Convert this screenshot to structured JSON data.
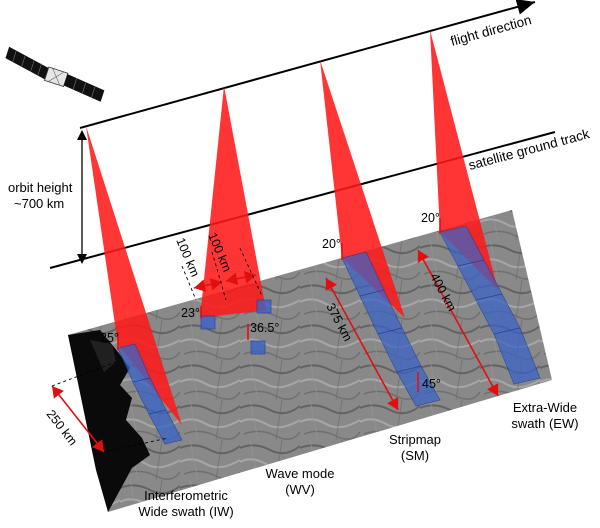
{
  "labels": {
    "flight_direction": "flight direction",
    "ground_track": "satellite ground track",
    "orbit_height_line1": "orbit height",
    "orbit_height_line2": "~700 km",
    "iw_width": "250 km",
    "wv_spacing_1": "100 km",
    "wv_spacing_2": "100 km",
    "sm_width": "375 km",
    "ew_width": "400 km",
    "angle_iw": "25°",
    "angle_wv_1": "23°",
    "angle_wv_2": "36.5°",
    "angle_sm": "20°",
    "angle_sm_far": "45°",
    "angle_ew": "20°"
  },
  "modes": {
    "iw": {
      "line1": "Interferometric",
      "line2": "Wide swath (IW)"
    },
    "wv": {
      "line1": "Wave mode",
      "line2": "(WV)"
    },
    "sm": {
      "line1": "Stripmap",
      "line2": "(SM)"
    },
    "ew": {
      "line1": "Extra-Wide",
      "line2": "swath (EW)"
    }
  },
  "colors": {
    "beam": "#ff1a1a",
    "swath": "#3a63c8",
    "terrain": "#8a8a8a",
    "line": "#000000"
  },
  "icons": {
    "satellite": "satellite-icon"
  }
}
